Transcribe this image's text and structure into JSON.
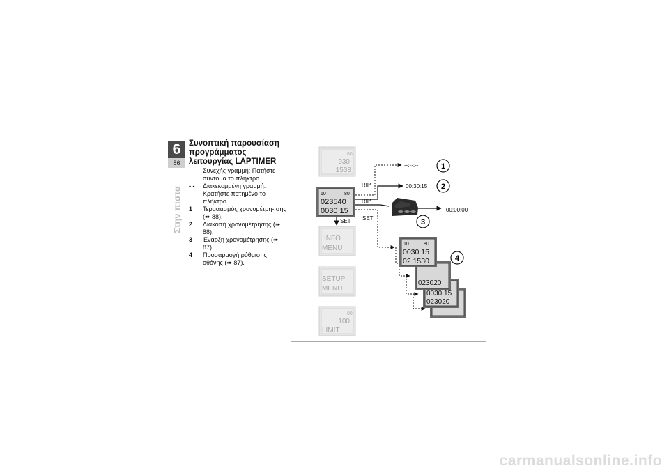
{
  "chapter": {
    "number": "6",
    "page": "86",
    "side_title": "Στην πίστα"
  },
  "heading": "Συνοπτική παρουσίαση προγράμματος λειτουργίας LAPTIMER",
  "legend": [
    {
      "key": "—",
      "text": "Συνεχής γραμμή: Πατήστε σύντομα το πλήκτρο."
    },
    {
      "key": "- -",
      "text": "Διακεκομμένη γραμμή: Κρατήστε πατημένο το πλήκτρο."
    },
    {
      "key": "1",
      "text": "Τερματισμός χρονομέτρη- σης (➠ 88)."
    },
    {
      "key": "2",
      "text": "Διακοπή χρονομέτρησης (➠ 88)."
    },
    {
      "key": "3",
      "text": "Έναρξη χρονομέτρησης (➠ 87)."
    },
    {
      "key": "4",
      "text": "Προσαρμογή ρύθμισης οθόνης (➠ 87)."
    }
  ],
  "diagram": {
    "labels": {
      "trip1": "TRIP",
      "trip2": "TRIP",
      "set1": "SET",
      "set2": "SET"
    },
    "results": {
      "r1": "--:--:--",
      "r2": "00:30:15",
      "r3": "00:00:00"
    },
    "callouts": [
      "1",
      "2",
      "3",
      "4"
    ],
    "lcd_top": {
      "a": "80",
      "b": "930",
      "c": "1538"
    },
    "lcd_main": {
      "a": "10",
      "b": "80",
      "c": "023540",
      "d": "0030 15"
    },
    "lcd_info": {
      "a": "INFO",
      "b": "MENU"
    },
    "lcd_setup": {
      "a": "SETUP",
      "b": "MENU"
    },
    "lcd_limit": {
      "a": "80",
      "b": "100",
      "c": "LIMIT"
    },
    "lcd_stack1": {
      "a": "10",
      "b": "80",
      "c": "0030 15",
      "d": "02 1530"
    },
    "lcd_stack2": {
      "a": "023020"
    },
    "lcd_stack3": {
      "a": "0030 15",
      "b": "023020"
    }
  },
  "watermark": "carmanualsonline.info"
}
